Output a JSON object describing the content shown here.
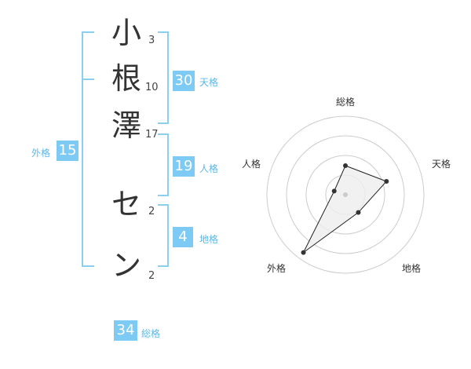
{
  "name": {
    "chars": [
      {
        "char": "小",
        "strokes": "3"
      },
      {
        "char": "根",
        "strokes": "10"
      },
      {
        "char": "澤",
        "strokes": "17"
      },
      {
        "char": "セ",
        "strokes": "2"
      },
      {
        "char": "ン",
        "strokes": "2"
      }
    ]
  },
  "fortune": {
    "tenkaku": {
      "value": "30",
      "label": "天格"
    },
    "jinkaku": {
      "value": "19",
      "label": "人格"
    },
    "chikaku": {
      "value": "4",
      "label": "地格"
    },
    "gaikaku": {
      "value": "15",
      "label": "外格"
    },
    "soukaku": {
      "value": "34",
      "label": "総格"
    }
  },
  "radar": {
    "axes": [
      "総格",
      "天格",
      "地格",
      "外格",
      "人格"
    ],
    "values": [
      0.37,
      0.55,
      0.28,
      0.91,
      0.15
    ],
    "max": 1,
    "rings": 4
  },
  "colors": {
    "accent": "#7dcbf5",
    "bracket": "#8ccdf2",
    "label": "#5bb8ec",
    "ring": "#cccccc",
    "polygon_fill": "#eeeeee",
    "polygon_stroke": "#222222"
  }
}
